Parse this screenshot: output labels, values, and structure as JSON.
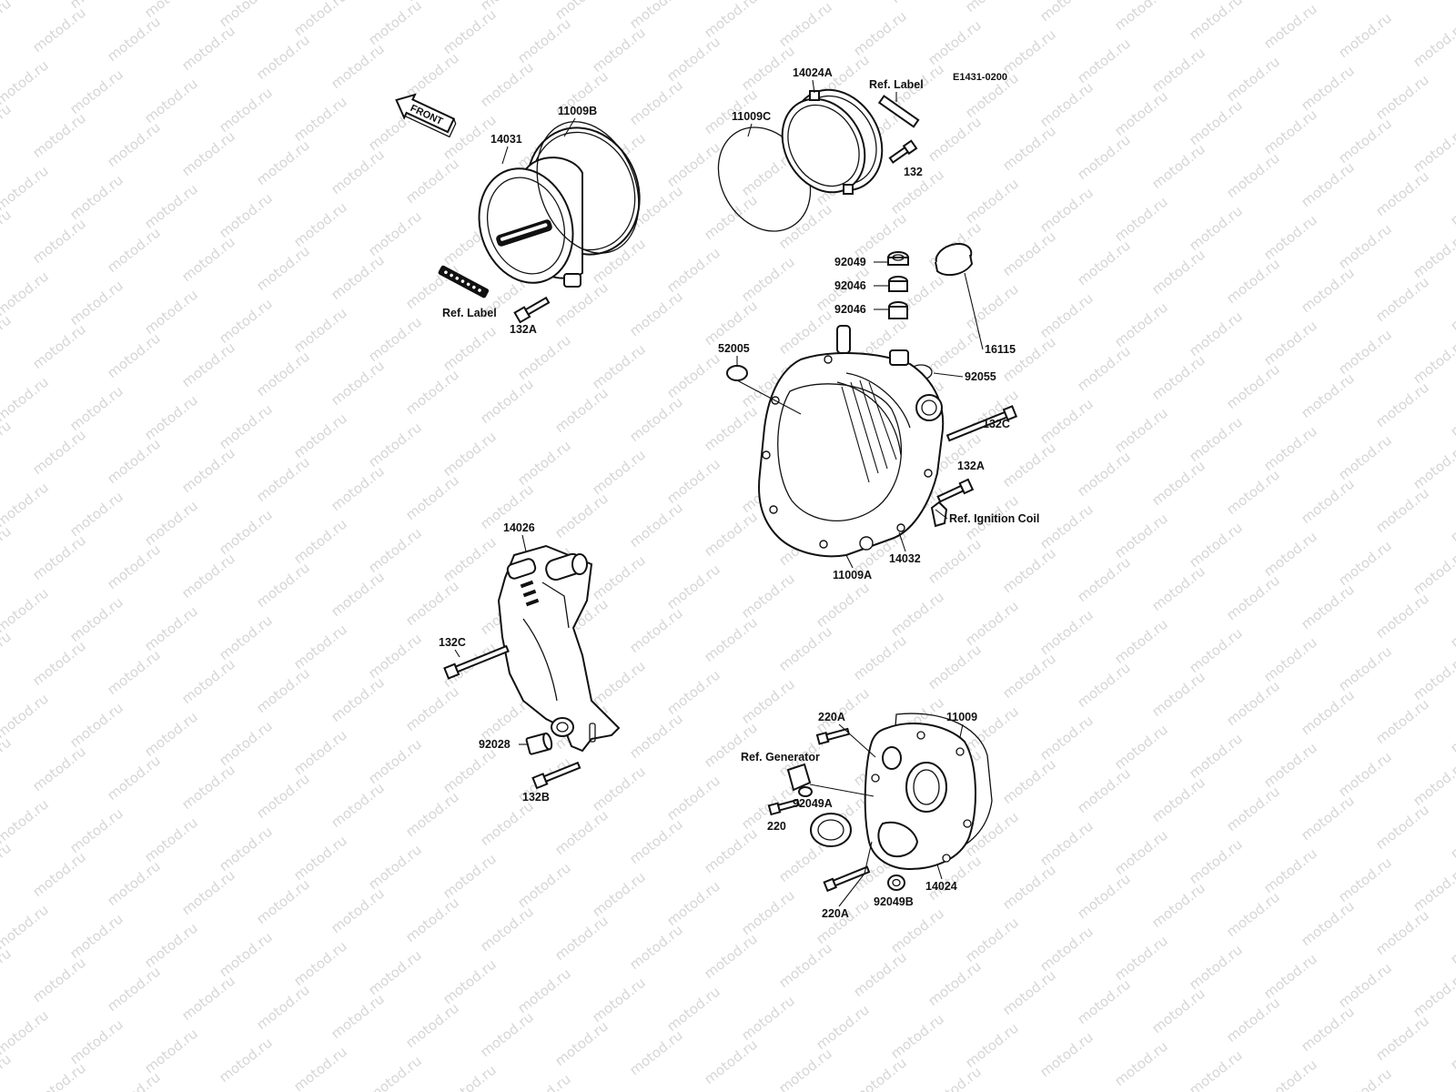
{
  "diagram_code": "E1431-0200",
  "watermark": "motod.ru",
  "front_arrow": "FRONT",
  "labels": {
    "p14031": "14031",
    "p11009B": "11009B",
    "p11009C": "11009C",
    "p14024A": "14024A",
    "ref_label_top": "Ref. Label",
    "ref_label_left": "Ref. Label",
    "p132_top": "132",
    "p132A_left": "132A",
    "p92049": "92049",
    "p92046_a": "92046",
    "p92046_b": "92046",
    "p16115": "16115",
    "p52005": "52005",
    "p92055": "92055",
    "p132C_right": "132C",
    "p132A_right": "132A",
    "ref_ignition_coil": "Ref. Ignition Coil",
    "p14032": "14032",
    "p11009A": "11009A",
    "p14026": "14026",
    "p132C_left": "132C",
    "p92028": "92028",
    "p132B": "132B",
    "p220A_top": "220A",
    "p11009": "11009",
    "ref_generator": "Ref. Generator",
    "p92049A": "92049A",
    "p220": "220",
    "p14024": "14024",
    "p220A_bottom": "220A",
    "p92049B": "92049B"
  },
  "colors": {
    "ink": "#111111",
    "watermark": "#d6d6d6",
    "background": "#ffffff"
  },
  "icons": {
    "front_arrow": "front-arrow-icon"
  }
}
